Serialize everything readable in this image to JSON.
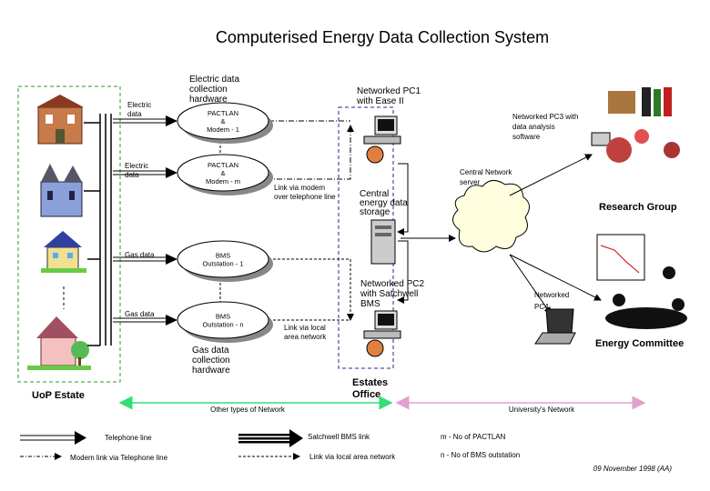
{
  "title": "Computerised Energy Data Collection System",
  "estate": {
    "label": "UoP Estate"
  },
  "inputs": [
    {
      "label_lines": [
        "Electric",
        "data"
      ]
    },
    {
      "label_lines": [
        "Electric",
        "data"
      ]
    },
    {
      "label_lines": [
        "Gas data"
      ]
    },
    {
      "label_lines": [
        "Gas data"
      ]
    }
  ],
  "hardware": {
    "electric_caption": [
      "Electric data",
      "collection",
      "hardware"
    ],
    "gas_caption": [
      "Gas data",
      "collection",
      "hardware"
    ],
    "nodes": [
      {
        "lines": [
          "PACTLAN",
          "&",
          "Modem - 1"
        ]
      },
      {
        "lines": [
          "PACTLAN",
          "&",
          "Modem - m"
        ]
      },
      {
        "lines": [
          "BMS",
          "Outstation - 1"
        ]
      },
      {
        "lines": [
          "BMS",
          "Outstation - n"
        ]
      }
    ]
  },
  "links": {
    "modem": [
      "Link via modem",
      "over telephone line"
    ],
    "lan": [
      "Link via local",
      "area network"
    ]
  },
  "office": {
    "label": [
      "Estates",
      "Office"
    ],
    "pc1": [
      "Networked PC1",
      "with Ease II"
    ],
    "storage": [
      "Central",
      "energy data",
      "storage"
    ],
    "pc2": [
      "Networked PC2",
      "with Satchwell",
      "BMS"
    ]
  },
  "network": {
    "server": [
      "Central Network",
      "server"
    ],
    "pc3": [
      "Networked PC3 with",
      "data analysis",
      "software"
    ],
    "pc4": [
      "Networked",
      "PC4"
    ],
    "research_group": "Research Group",
    "energy_committee": "Energy Committee"
  },
  "ranges": {
    "other": "Other types of Network",
    "university": "University's Network",
    "other_color": "#33dd77",
    "university_color": "#e0a0cc"
  },
  "legend": {
    "telephone": "Telephone line",
    "satchwell": "Satchwell BMS link",
    "modem": "Modem link via Telephone line",
    "lan": "Link via local area network",
    "m_note": "m - No of PACTLAN",
    "n_note": "n - No of BMS outstation"
  },
  "footer": "09 November 1998 (AA)"
}
